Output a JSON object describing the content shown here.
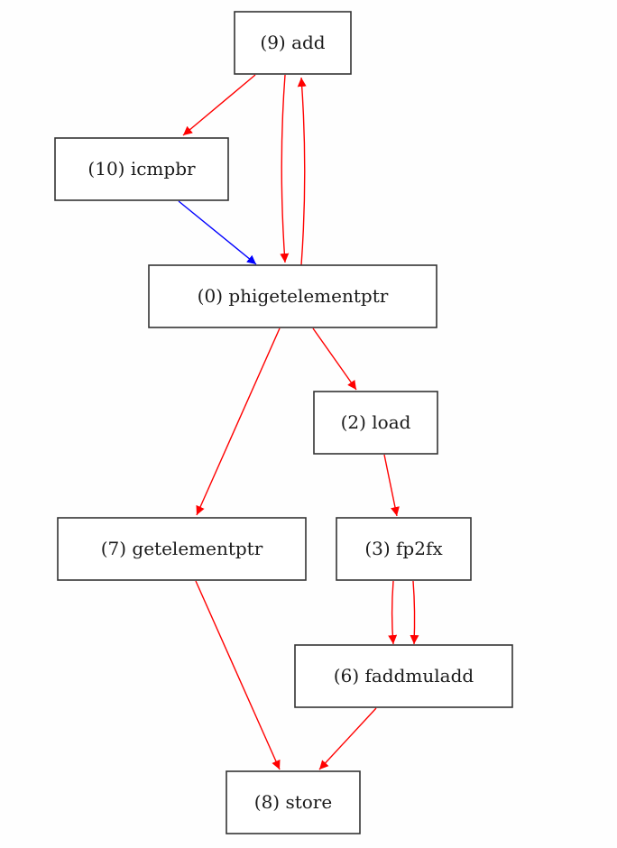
{
  "graph": {
    "type": "directed-dataflow-graph",
    "colors": {
      "data_edge": "#ff0000",
      "control_edge": "#0000ff",
      "node_border": "#333333"
    },
    "nodes": [
      {
        "id": "9",
        "label": "(9) add"
      },
      {
        "id": "10",
        "label": "(10) icmpbr"
      },
      {
        "id": "0",
        "label": "(0) phigetelementptr"
      },
      {
        "id": "2",
        "label": "(2) load"
      },
      {
        "id": "7",
        "label": "(7) getelementptr"
      },
      {
        "id": "3",
        "label": "(3) fp2fx"
      },
      {
        "id": "6",
        "label": "(6) faddmuladd"
      },
      {
        "id": "8",
        "label": "(8) store"
      }
    ],
    "edges": [
      {
        "from": "9",
        "to": "10",
        "color": "red"
      },
      {
        "from": "9",
        "to": "0",
        "color": "red"
      },
      {
        "from": "0",
        "to": "9",
        "color": "red"
      },
      {
        "from": "10",
        "to": "0",
        "color": "blue"
      },
      {
        "from": "0",
        "to": "7",
        "color": "red"
      },
      {
        "from": "0",
        "to": "2",
        "color": "red"
      },
      {
        "from": "2",
        "to": "3",
        "color": "red"
      },
      {
        "from": "3",
        "to": "6",
        "color": "red"
      },
      {
        "from": "3",
        "to": "6",
        "color": "red"
      },
      {
        "from": "7",
        "to": "8",
        "color": "red"
      },
      {
        "from": "6",
        "to": "8",
        "color": "red"
      }
    ]
  }
}
